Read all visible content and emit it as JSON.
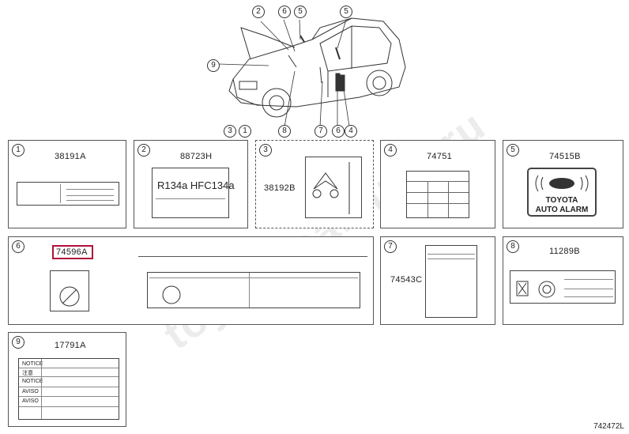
{
  "vehicle_callouts": {
    "top": [
      "2",
      "6",
      "5",
      "5"
    ],
    "left": "9",
    "bottom": [
      "8",
      "7",
      "6",
      "4"
    ]
  },
  "orphan_callouts": [
    "3",
    "1"
  ],
  "panels": [
    {
      "number": "1",
      "part_number": "38191A"
    },
    {
      "number": "2",
      "part_number": "88723H",
      "label_text": "R134a  HFC134a"
    },
    {
      "number": "3",
      "part_number": "38192B"
    },
    {
      "number": "4",
      "part_number": "74751"
    },
    {
      "number": "5",
      "part_number": "74515B",
      "label_line1": "TOYOTA",
      "label_line2": "AUTO ALARM"
    },
    {
      "number": "6",
      "part_number": "74596A"
    },
    {
      "number": "7",
      "part_number": "74543C"
    },
    {
      "number": "8",
      "part_number": "11289B"
    },
    {
      "number": "9",
      "part_number": "17791A",
      "rows": [
        "NOTICE",
        "注意",
        "NOTICE",
        "AVISO",
        "AVISO"
      ]
    }
  ],
  "watermark": "toyota-camime.ru",
  "sheet_id": "742472L",
  "colors": {
    "highlight": "#b0123a",
    "line": "#444444"
  }
}
